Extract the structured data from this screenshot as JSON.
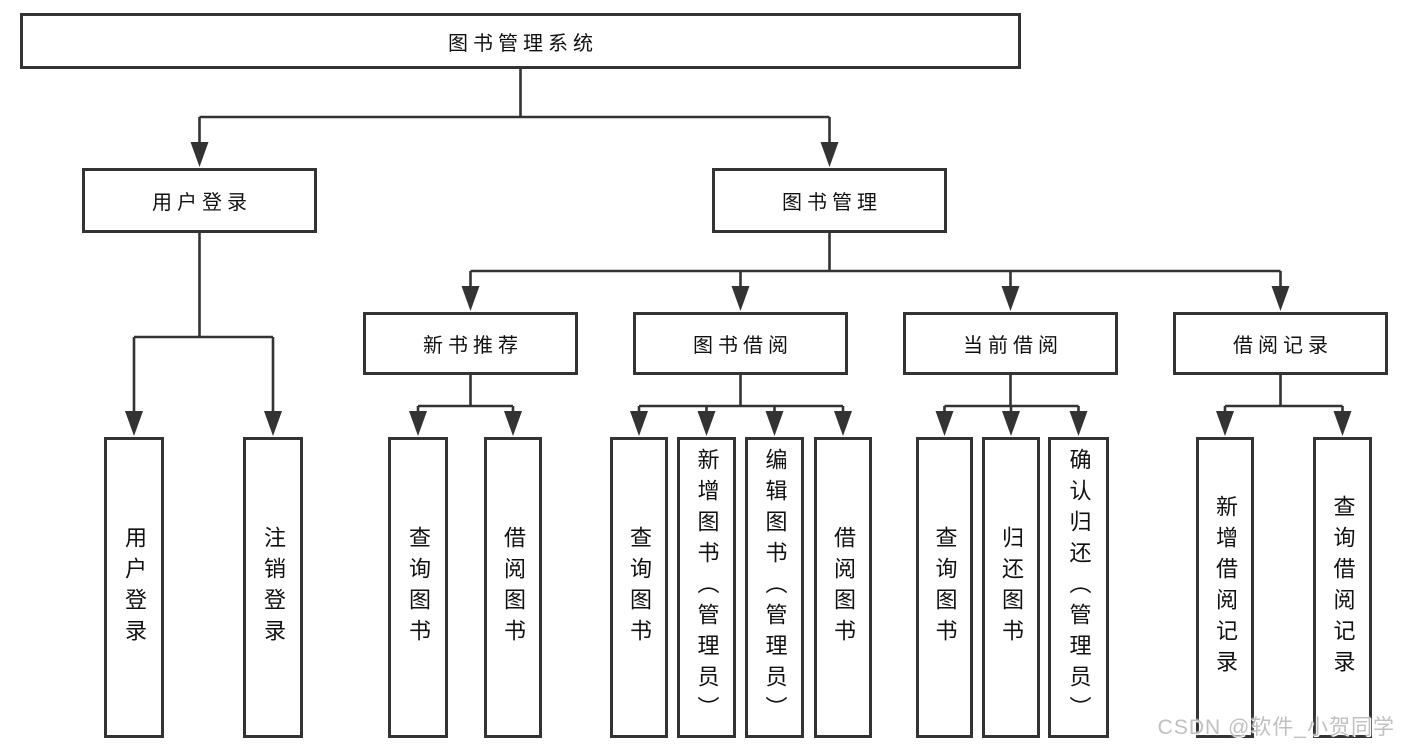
{
  "colors": {
    "line": "#333333",
    "text": "#111111",
    "box_bg": "#ffffff",
    "watermark": "#c0c0c0"
  },
  "diagram": {
    "root": {
      "label": "图书管理系统"
    },
    "branches": [
      {
        "label": "用户登录",
        "children": [
          {
            "label": "用户登录"
          },
          {
            "label": "注销登录"
          }
        ]
      },
      {
        "label": "图书管理",
        "children": [
          {
            "label": "新书推荐",
            "children": [
              {
                "label": "查询图书"
              },
              {
                "label": "借阅图书"
              }
            ]
          },
          {
            "label": "图书借阅",
            "children": [
              {
                "label": "查询图书"
              },
              {
                "label": "新增图书（管理员）"
              },
              {
                "label": "编辑图书（管理员）"
              },
              {
                "label": "借阅图书"
              }
            ]
          },
          {
            "label": "当前借阅",
            "children": [
              {
                "label": "查询图书"
              },
              {
                "label": "归还图书"
              },
              {
                "label": "确认归还（管理员）"
              }
            ]
          },
          {
            "label": "借阅记录",
            "children": [
              {
                "label": "新增借阅记录"
              },
              {
                "label": "查询借阅记录"
              }
            ]
          }
        ]
      }
    ]
  },
  "watermark": {
    "text": "CSDN @软件_小贺同学"
  }
}
